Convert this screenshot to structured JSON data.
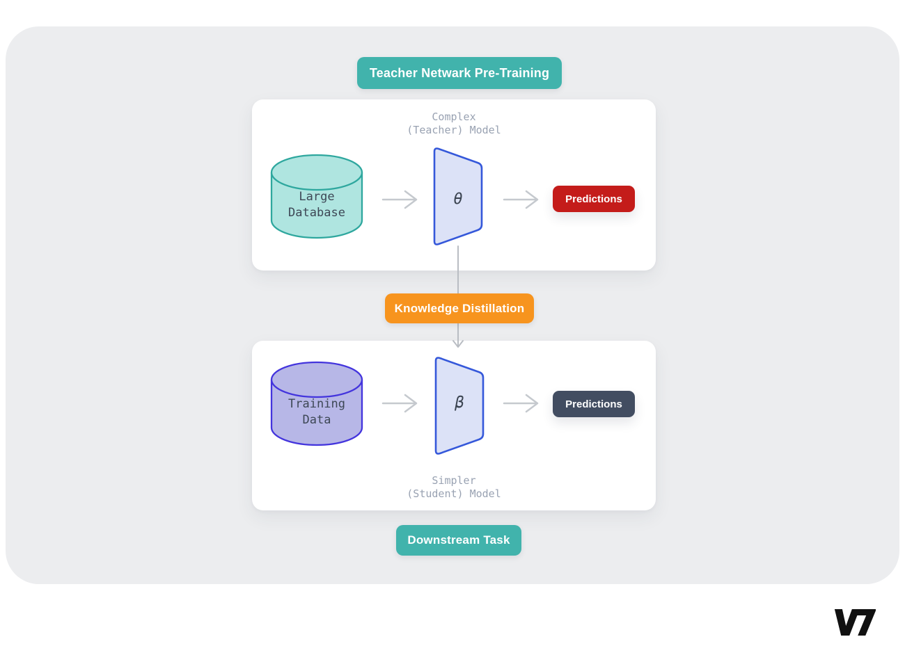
{
  "badges": {
    "teacher_pretraining": "Teacher Netwark Pre-Training",
    "knowledge_distillation": "Knowledge Distillation",
    "downstream_task": "Downstream Task"
  },
  "teacher_card": {
    "title_line1": "Complex",
    "title_line2": "(Teacher) Model",
    "database_line1": "Large",
    "database_line2": "Database",
    "model_symbol": "θ",
    "predictions_label": "Predictions"
  },
  "student_card": {
    "title_line1": "Simpler",
    "title_line2": "(Student) Model",
    "database_line1": "Training",
    "database_line2": "Data",
    "model_symbol": "β",
    "predictions_label": "Predictions"
  },
  "logo": {
    "text": "V7"
  },
  "colors": {
    "teal_badge": "#41B3AC",
    "orange_badge": "#F7941E",
    "red_button": "#C41C1A",
    "slate_button": "#424D61",
    "teal_cylinder_fill": "#AFE5E0",
    "teal_cylinder_stroke": "#2EA79E",
    "purple_cylinder_fill": "#B7B7E7",
    "purple_cylinder_stroke": "#4334DD",
    "trapezoid_fill": "#DCE2F7",
    "trapezoid_stroke": "#3558DA",
    "arrow": "#C5C9CE",
    "connector": "#B9BDC3",
    "logo_color": "#111111",
    "panel_bg": "#ECEDEF",
    "card_bg": "#FFFFFF"
  }
}
